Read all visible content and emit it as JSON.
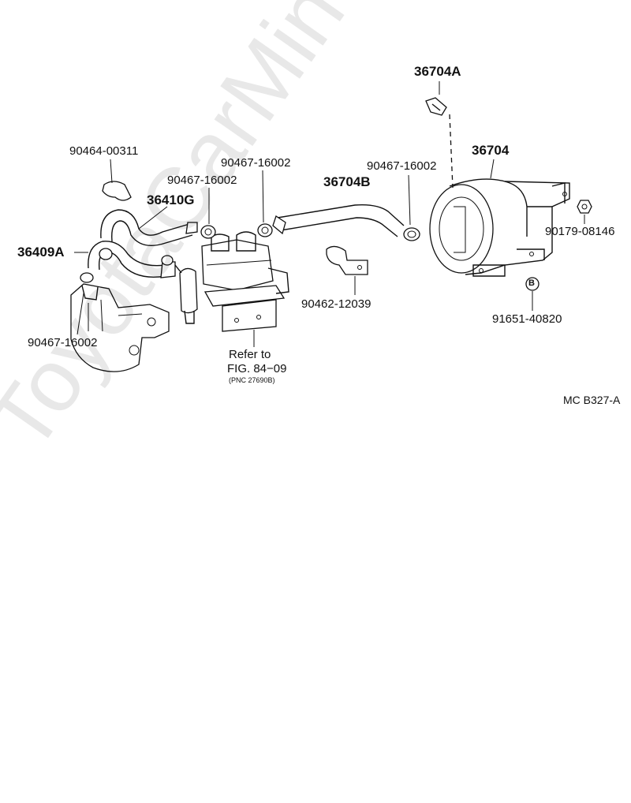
{
  "labels": {
    "part_36704A": "36704A",
    "part_36704": "36704",
    "part_90464_00311": "90464-00311",
    "part_90467_16002_top": "90467-16002",
    "part_90467_16002_mid": "90467-16002",
    "part_90467_16002_right": "90467-16002",
    "part_36410G": "36410G",
    "part_36704B": "36704B",
    "part_36409A": "36409A",
    "part_90179_08146": "90179-08146",
    "part_90462_12039": "90462-12039",
    "part_91651_40820": "91651-40820",
    "part_90467_16002_low": "90467-16002",
    "bolt_marker": "B",
    "refer_line1": "Refer to",
    "refer_line2": "FIG. 84−09",
    "refer_line3": "(PNC 27690B)",
    "diagram_code": "MC B327-A"
  },
  "watermark": "ToyotaCarMine.ru"
}
